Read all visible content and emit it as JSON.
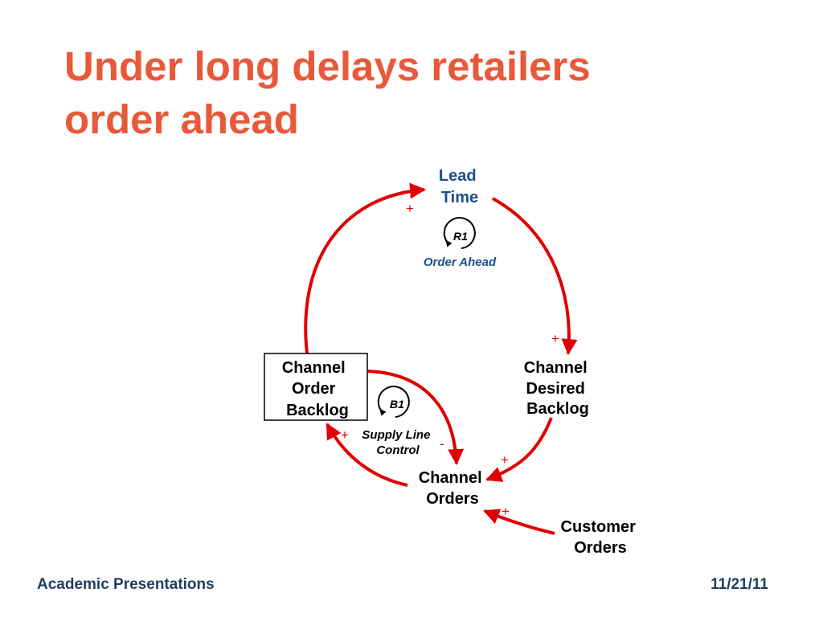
{
  "title": {
    "line1": "Under long delays retailers",
    "line2": "order ahead"
  },
  "nodes": {
    "lead_time": [
      "Lead",
      "Time"
    ],
    "channel_desired_backlog": [
      "Channel",
      "Desired",
      "Backlog"
    ],
    "channel_order_backlog": [
      "Channel",
      "Order",
      "Backlog"
    ],
    "channel_orders": [
      "Channel",
      "Orders"
    ],
    "customer_orders": [
      "Customer",
      "Orders"
    ]
  },
  "loops": {
    "r1": {
      "id": "R1",
      "name": "Order Ahead"
    },
    "b1": {
      "id": "B1",
      "name": [
        "Supply Line",
        "Control"
      ]
    }
  },
  "polarities": {
    "backlog_to_lead_time": "+",
    "lead_time_to_desired_backlog": "+",
    "desired_backlog_to_orders": "+",
    "customer_to_orders": "+",
    "orders_to_backlog": "+",
    "backlog_to_orders": "-"
  },
  "footer": {
    "left": "Academic Presentations",
    "right": "11/21/11"
  },
  "colors": {
    "title": "#e8593a",
    "arrow": "#e00000",
    "blue_text": "#1f4e8c",
    "footer": "#1f3f5f"
  }
}
